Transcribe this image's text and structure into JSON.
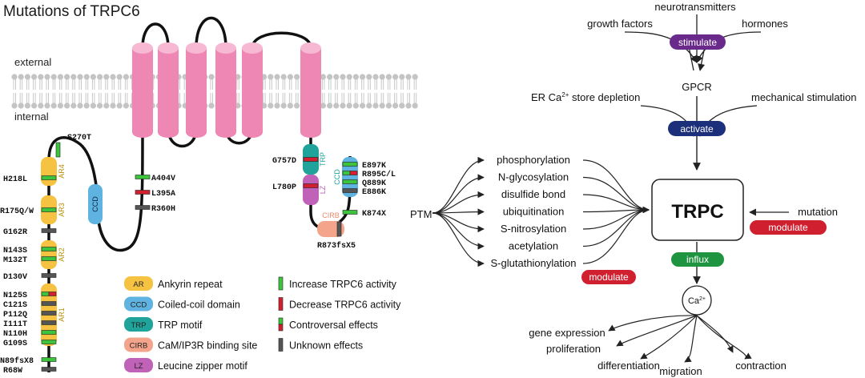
{
  "left": {
    "title": "Mutations of TRPC6",
    "external": "external",
    "internal": "internal",
    "domains": {
      "ar4": "AR4",
      "ar3": "AR3",
      "ar2": "AR2",
      "ar1": "AR1",
      "ccd_left": "CCD",
      "trp": "TRP",
      "lz": "LZ",
      "ccd_right": "CCD",
      "cirb": "CIRB"
    },
    "mutations": {
      "s270t": "S270T",
      "h218l": "H218L",
      "r175qw": "R175Q/W",
      "g162r": "G162R",
      "n143s": "N143S",
      "m132t": "M132T",
      "d130v": "D130V",
      "n125s": "N125S",
      "c121s": "C121S",
      "p112q": "P112Q",
      "i111t": "I111T",
      "n110h": "N110H",
      "g109s": "G109S",
      "n89fsx8": "N89fsX8",
      "r68w": "R68W",
      "a404v": "A404V",
      "l395a": "L395A",
      "r360h": "R360H",
      "g757d": "G757D",
      "l780p": "L780P",
      "r873fsx5": "R873fsX5",
      "e897k": "E897K",
      "r895cl": "R895C/L",
      "q889k": "Q889K",
      "e886k": "E886K",
      "k874x": "K874X"
    },
    "legend_domains": [
      {
        "abbr": "AR",
        "name": "Ankyrin repeat",
        "color": "#f5c242"
      },
      {
        "abbr": "CCD",
        "name": "Coiled-coil domain",
        "color": "#5fb3e0"
      },
      {
        "abbr": "TRP",
        "name": "TRP motif",
        "color": "#1fa39a"
      },
      {
        "abbr": "CIRB",
        "name": "CaM/IP3R binding site",
        "color": "#f4a48a"
      },
      {
        "abbr": "LZ",
        "name": "Leucine zipper motif",
        "color": "#c063b8"
      }
    ],
    "legend_effects": [
      {
        "name": "Increase TRPC6 activity",
        "color": "#3cc43c"
      },
      {
        "name": "Decrease TRPC6 activity",
        "color": "#d32030"
      },
      {
        "name": "Controversal effects",
        "color": "mixed"
      },
      {
        "name": "Unknown effects",
        "color": "#555555"
      }
    ]
  },
  "right": {
    "neurotransmitters": "neurotransmitters",
    "growth_factors": "growth factors",
    "hormones": "hormones",
    "stimulate": "stimulate",
    "gpcr": "GPCR",
    "er_store": "ER Ca",
    "er_sup": "2+",
    "er_store_rest": " store depletion",
    "mechanical": "mechanical stimulation",
    "activate": "activate",
    "trpc": "TRPC",
    "mutation": "mutation",
    "modulate_right": "modulate",
    "ptm": "PTM",
    "ptm_items": [
      "phosphorylation",
      "N-glycosylation",
      "disulfide bond",
      "ubiquitination",
      "S-nitrosylation",
      "acetylation",
      "S-glutathionylation"
    ],
    "modulate_left": "modulate",
    "influx": "influx",
    "ca": "Ca",
    "ca_sup": "2+",
    "outcomes": [
      "gene expression",
      "proliferation",
      "differentiation",
      "migration",
      "contraction"
    ],
    "colors": {
      "stimulate": "#6a2a8c",
      "activate": "#1b2f7a",
      "modulate": "#d02030",
      "influx": "#1e9440"
    }
  }
}
